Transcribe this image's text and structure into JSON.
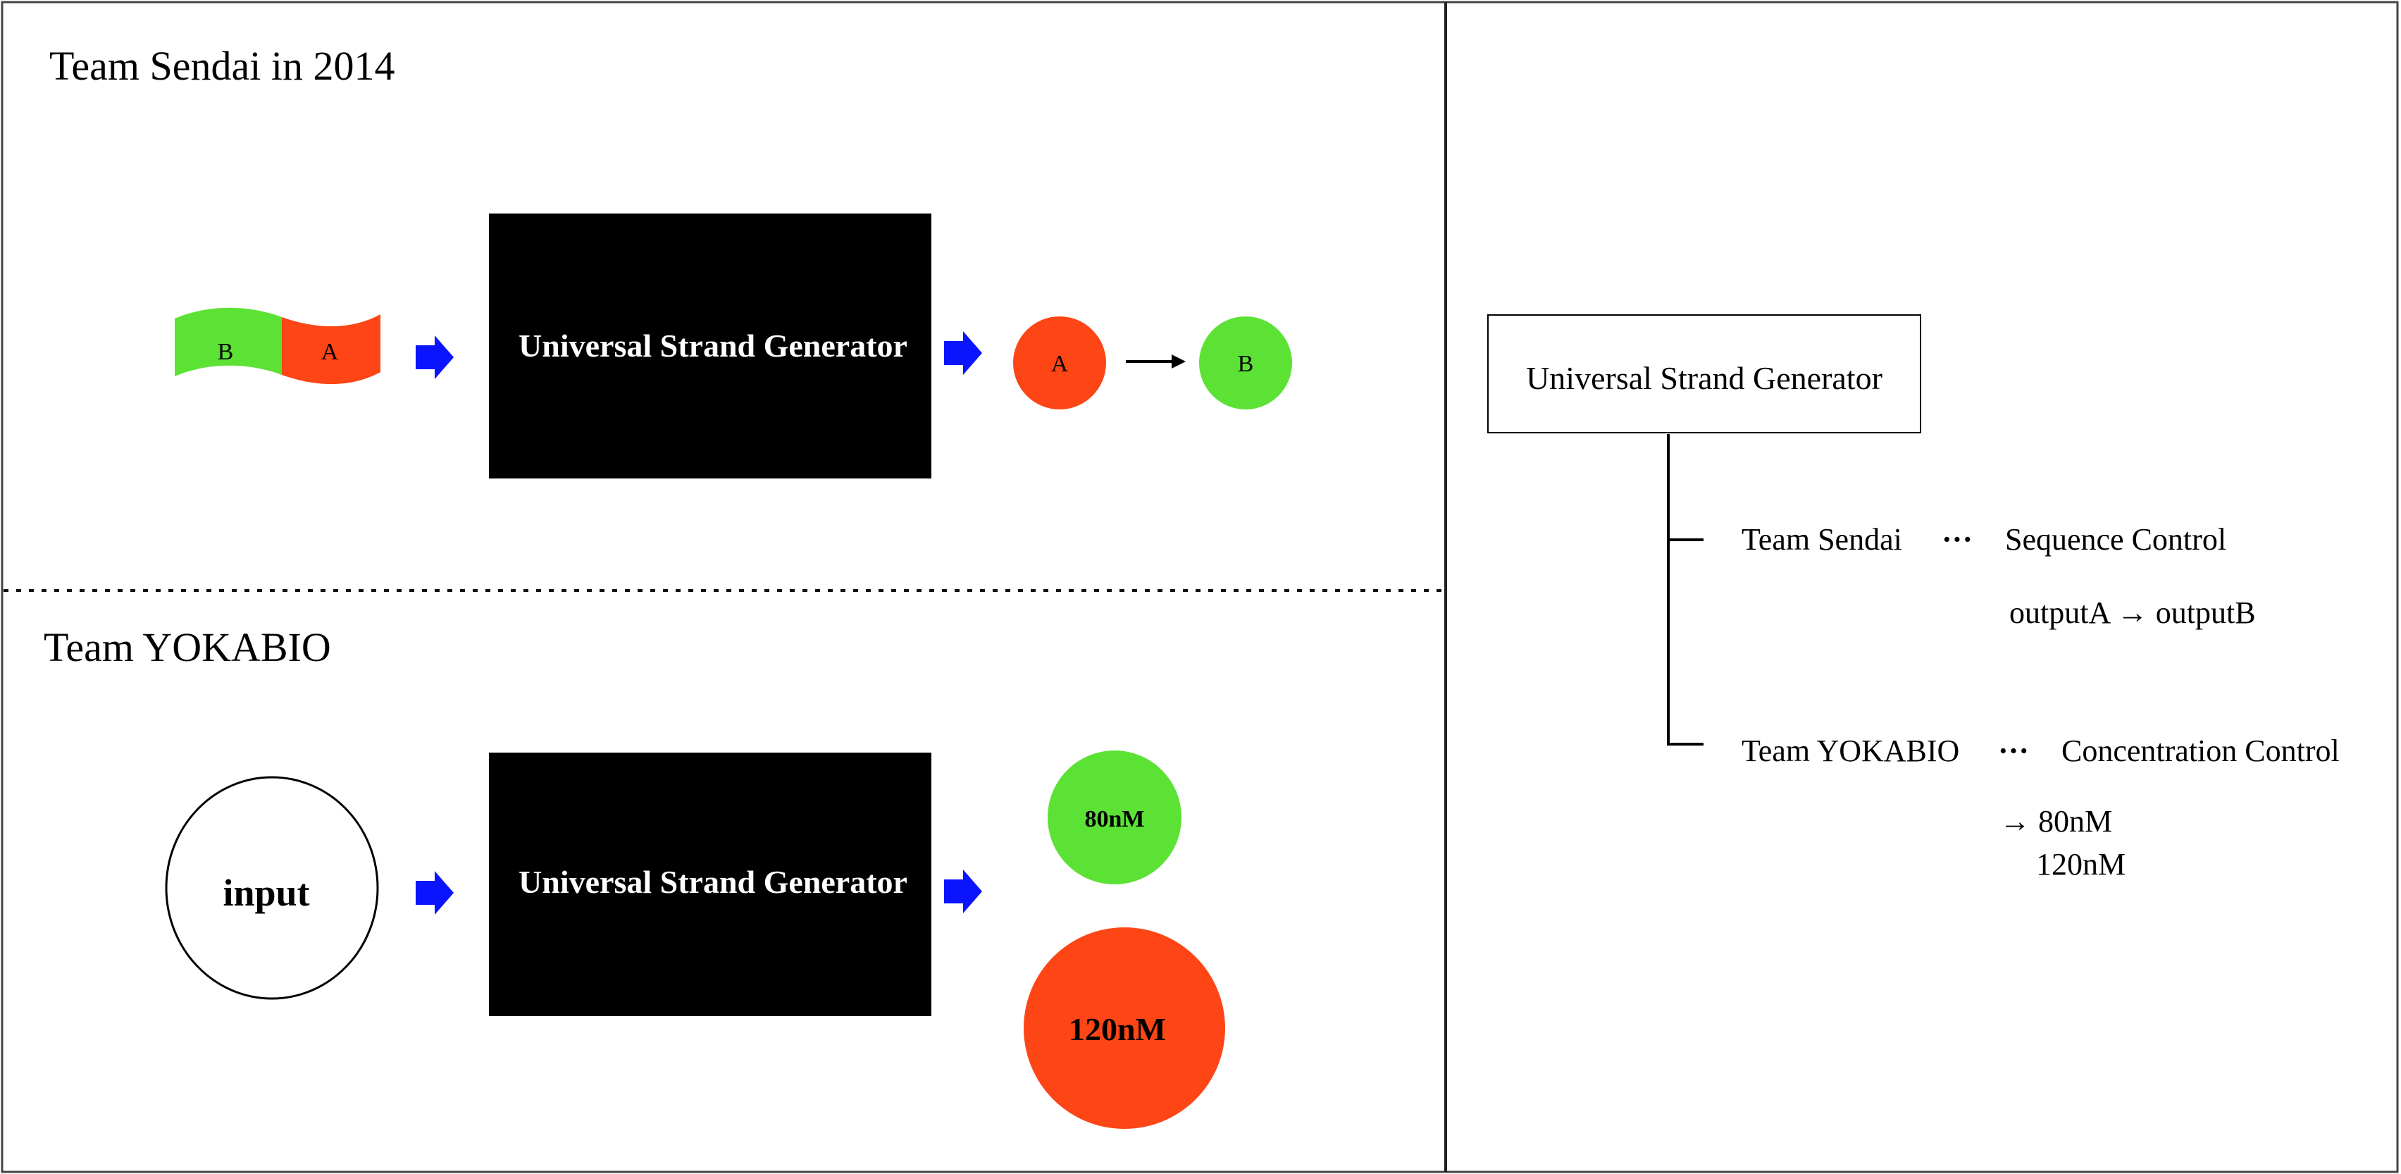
{
  "left_panel": {
    "top": {
      "title": "Team Sendai in 2014",
      "strand_label_B": "B",
      "strand_label_A": "A",
      "generator_label": "Universal Strand Generator",
      "output_A": "A",
      "output_B": "B"
    },
    "bottom": {
      "title": "Team YOKABIO",
      "input_label": "input",
      "generator_label": "Universal Strand Generator",
      "output_small": "80nM",
      "output_large": "120nM"
    }
  },
  "right_panel": {
    "root_label": "Universal Strand Generator",
    "branch_1": {
      "team": "Team Sendai",
      "dots": "···",
      "role": "Sequence Control",
      "detail": "outputA → outputB"
    },
    "branch_2": {
      "team": "Team YOKABIO",
      "dots": "···",
      "role": "Concentration Control",
      "detail_line1": "→ 80nM",
      "detail_line2": "120nM"
    }
  },
  "colors": {
    "green": "#5ce235",
    "red": "#fd4515",
    "blue_arrow": "#0a14ff",
    "black": "#000000"
  }
}
